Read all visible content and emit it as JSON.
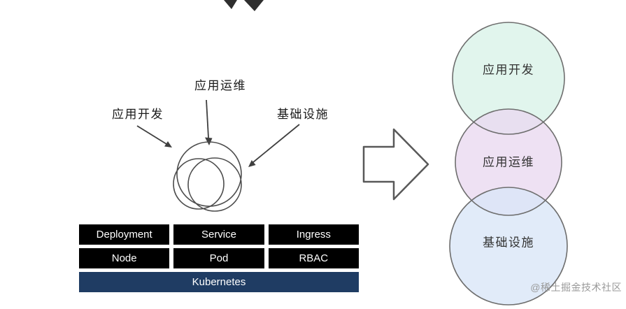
{
  "left_diagram": {
    "labels": {
      "ops": "应用运维",
      "dev": "应用开发",
      "infra": "基础设施"
    },
    "table": {
      "rows": [
        [
          "Deployment",
          "Service",
          "Ingress"
        ],
        [
          "Node",
          "Pod",
          "RBAC"
        ]
      ],
      "footer": "Kubernetes"
    }
  },
  "right_diagram": {
    "circles": [
      {
        "label": "应用开发",
        "fill": "#d9f3e8"
      },
      {
        "label": "应用运维",
        "fill": "#ead9f0"
      },
      {
        "label": "基础设施",
        "fill": "#d9e6f7"
      }
    ]
  },
  "watermark": "@稀土掘金技术社区",
  "colors": {
    "table_cell_bg": "#000000",
    "table_cell_text": "#ffffff",
    "kubernetes_bar_bg": "#1f3c63",
    "diagram_stroke": "#595959"
  }
}
